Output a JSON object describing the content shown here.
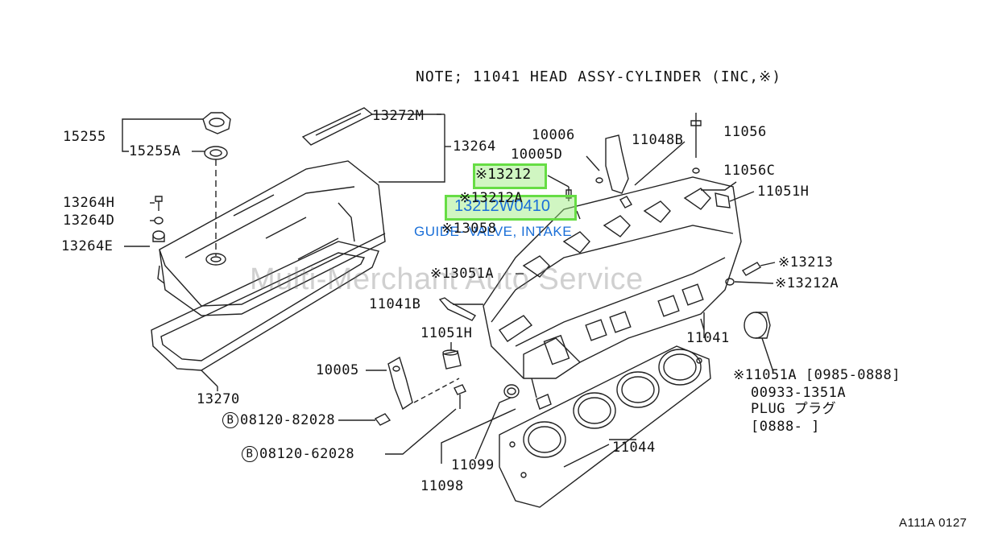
{
  "diagram": {
    "note": "NOTE; 11041 HEAD ASSY-CYLINDER (INC,※)",
    "footer_code": "A111A 0127",
    "watermark": "Multi-Merchant Auto Service",
    "highlight": {
      "part_label": "※13212",
      "part_number": "13212W0410",
      "description": "GUIDE- VALVE, INTAKE"
    },
    "labels": {
      "p15255": "15255",
      "p15255A": "15255A",
      "p13272M": "13272M",
      "p13264": "13264",
      "p13264H": "13264H",
      "p13264D": "13264D",
      "p13264E": "13264E",
      "p10006": "10006",
      "p10005D": "10005D",
      "p11048B": "11048B",
      "p11056": "11056",
      "p11056C": "11056C",
      "p11051H_right": "11051H",
      "p13212A_top": "※13212A",
      "p13058": "※13058",
      "p13051A": "※13051A",
      "p13213": "※13213",
      "p13212A_right": "※13212A",
      "p11041B": "11041B",
      "p11051H_left": "11051H",
      "p11041": "11041",
      "p10005": "10005",
      "p13270": "13270",
      "p08120_82028": "08120-82028",
      "p08120_62028": "08120-62028",
      "p11099": "11099",
      "p11098": "11098",
      "p11044": "11044",
      "p11051A": "※11051A [0985-0888]",
      "p00933": "00933-1351A",
      "p_plug": "PLUG プラグ",
      "p0888": "[0888-   ]",
      "bolt_symbol": "B"
    }
  }
}
